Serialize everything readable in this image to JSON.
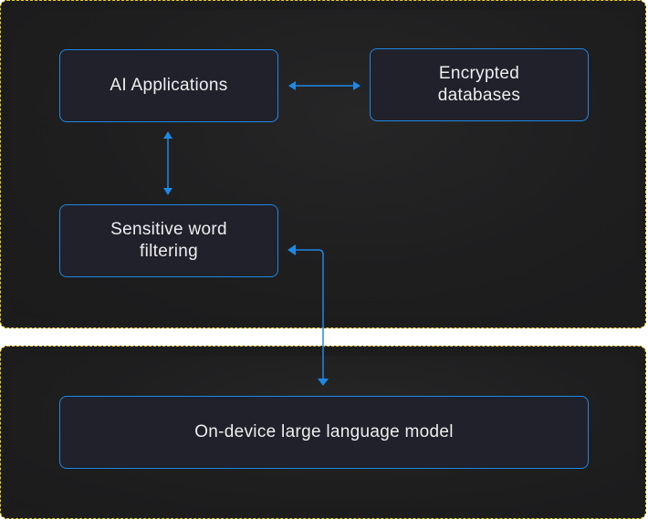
{
  "diagram": {
    "title": "",
    "accent_color": "#1e88e5",
    "panel_border_color": "#f0d000",
    "nodes": {
      "ai_applications": "AI Applications",
      "encrypted_databases": "Encrypted databases",
      "sensitive_word_filtering": "Sensitive word filtering",
      "on_device_llm": "On-device large language model"
    },
    "edges": [
      {
        "from": "AI Applications",
        "to": "Encrypted databases",
        "direction": "bidirectional"
      },
      {
        "from": "AI Applications",
        "to": "Sensitive word filtering",
        "direction": "bidirectional"
      },
      {
        "from": "Sensitive word filtering",
        "to": "On-device large language model",
        "direction": "bidirectional"
      }
    ],
    "groups": [
      "application-layer",
      "model-layer"
    ]
  }
}
